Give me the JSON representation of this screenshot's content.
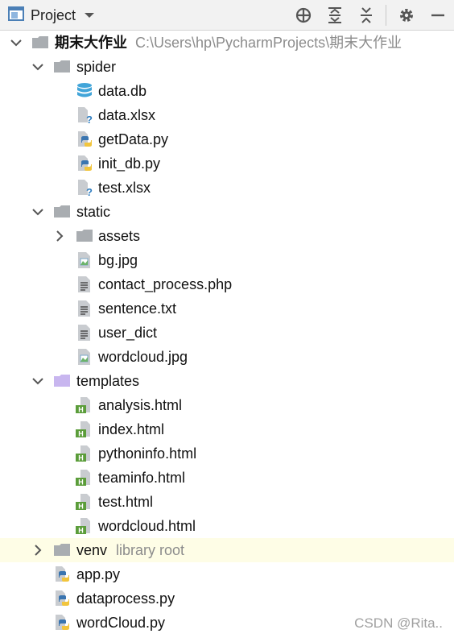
{
  "toolbar": {
    "title": "Project",
    "icons": [
      "project-view-icon",
      "dropdown-icon",
      "locate-icon",
      "expand-all-icon",
      "collapse-all-icon",
      "gear-icon",
      "minimize-icon"
    ]
  },
  "tree": {
    "root": {
      "label": "期末大作业",
      "path": "C:\\Users\\hp\\PycharmProjects\\期末大作业"
    },
    "spider": {
      "label": "spider",
      "files": [
        "data.db",
        "data.xlsx",
        "getData.py",
        "init_db.py",
        "test.xlsx"
      ]
    },
    "static": {
      "label": "static",
      "assets": "assets",
      "files": [
        "bg.jpg",
        "contact_process.php",
        "sentence.txt",
        "user_dict",
        "wordcloud.jpg"
      ]
    },
    "templates": {
      "label": "templates",
      "files": [
        "analysis.html",
        "index.html",
        "pythoninfo.html",
        "teaminfo.html",
        "test.html",
        "wordcloud.html"
      ]
    },
    "venv": {
      "label": "venv",
      "hint": "library root"
    },
    "root_files": [
      "app.py",
      "dataprocess.py",
      "wordCloud.py"
    ]
  },
  "colors": {
    "folder": "#a9adb1",
    "templates_folder": "#c8b6ef",
    "highlight": "#fefde6",
    "db": "#42a5d9",
    "html_badge": "#5b9d3a",
    "python_blue": "#3a75b0",
    "python_yellow": "#f2c53d"
  },
  "watermark": "CSDN @Rita.."
}
